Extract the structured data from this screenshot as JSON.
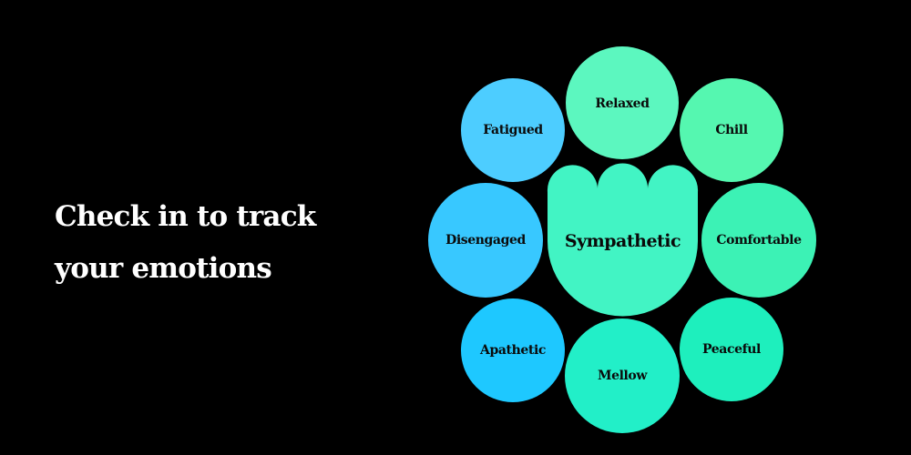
{
  "headline": {
    "line1": "Check in to track",
    "line2": "your emotions"
  },
  "selected_emotion": {
    "label": "Sympathetic",
    "color": "#42f4c4"
  },
  "emotions": [
    {
      "id": "relaxed",
      "label": "Relaxed",
      "color": "#5cf7bf"
    },
    {
      "id": "fatigued",
      "label": "Fatigued",
      "color": "#4dcdff"
    },
    {
      "id": "chill",
      "label": "Chill",
      "color": "#55f7b0"
    },
    {
      "id": "disengaged",
      "label": "Disengaged",
      "color": "#38c8ff"
    },
    {
      "id": "comfortable",
      "label": "Comfortable",
      "color": "#3cf2b5"
    },
    {
      "id": "apathetic",
      "label": "Apathetic",
      "color": "#1ec8ff"
    },
    {
      "id": "mellow",
      "label": "Mellow",
      "color": "#22efc8"
    },
    {
      "id": "peaceful",
      "label": "Peaceful",
      "color": "#1eefbd"
    }
  ],
  "background_color": "#000000",
  "text_color": "#ffffff"
}
